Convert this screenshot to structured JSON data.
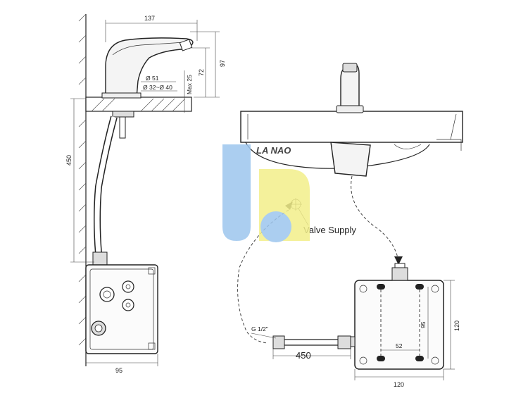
{
  "dimensions": {
    "faucet_width": "137",
    "height_97": "97",
    "height_72": "72",
    "max_25": "Max 25",
    "dia_51": "Ø 51",
    "dia_range": "Ø 32~Ø 40",
    "pipe_450": "450",
    "box_95": "95",
    "bottom_450": "450",
    "box_120_w": "120",
    "box_120_h": "120",
    "inner_95": "95",
    "inner_52": "52",
    "thread": "G 1/2\""
  },
  "labels": {
    "valve_supply": "Valve Supply"
  },
  "watermark": {
    "text": "LA NAO",
    "colors": {
      "blue": "#9dc6ee",
      "yellow": "#f3ef8a"
    }
  }
}
